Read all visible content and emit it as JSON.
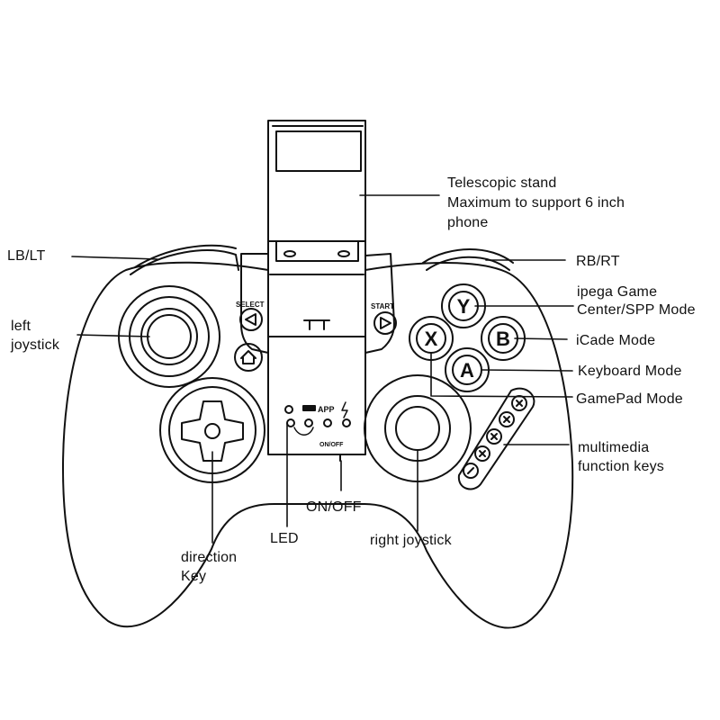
{
  "device": {
    "select_text": "SELECT",
    "start_text": "START",
    "onoff_text": "ON/OFF",
    "app_text": "APP",
    "buttons": {
      "y": "Y",
      "x": "X",
      "b": "B",
      "a": "A"
    }
  },
  "labels": {
    "telescopic_line1": "Telescopic stand",
    "telescopic_line2": "Maximum to support 6 inch",
    "telescopic_line3": "phone",
    "lb_lt": "LB/LT",
    "rb_rt": "RB/RT",
    "left_joystick_line1": "left",
    "left_joystick_line2": "joystick",
    "ipega_line1": "ipega Game",
    "ipega_line2": "Center/SPP Mode",
    "icade_mode": "iCade Mode",
    "keyboard_mode": "Keyboard Mode",
    "gamepad_mode": "GamePad Mode",
    "multimedia_line1": "multimedia",
    "multimedia_line2": "function keys",
    "on_off": "ON/OFF",
    "led": "LED",
    "right_joystick": "right joystick",
    "direction_line1": "direction",
    "direction_line2": "Key"
  },
  "icons": [
    "telescopic-stand",
    "controller-body",
    "left-joystick",
    "dpad",
    "home-icon",
    "select-icon",
    "start-icon",
    "right-joystick",
    "led-indicators",
    "multimedia-keys",
    "power-switch"
  ]
}
